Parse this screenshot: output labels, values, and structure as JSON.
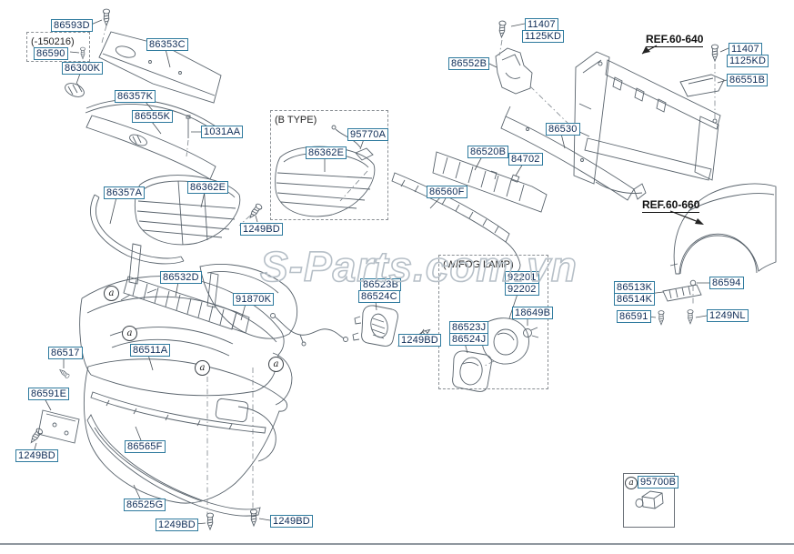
{
  "watermark": "S-Parts.com.vn",
  "marker_letter": "a",
  "notes": {
    "date_range": "(-150216)",
    "b_type": "(B TYPE)",
    "w_fog": "(W/FOG LAMP)"
  },
  "refs": {
    "ref_640": "REF.60-640",
    "ref_660": "REF.60-660"
  },
  "part_labels": [
    "86593D",
    "86590",
    "86353C",
    "86300K",
    "86357K",
    "86555K",
    "1031AA",
    "86357A",
    "86362E",
    "1249BD",
    "86532D",
    "91870K",
    "86517",
    "86511A",
    "86591E",
    "1249BD",
    "86565F",
    "86525G",
    "1249BD",
    "1249BD",
    "95770A",
    "86362E",
    "86552B",
    "11407",
    "1125KD",
    "86530",
    "86520B",
    "84702",
    "86560F",
    "86523B",
    "86524C",
    "1249BD",
    "92201",
    "92202",
    "18649B",
    "86523J",
    "86524J",
    "11407",
    "1125KD",
    "86551B",
    "86594",
    "86513K",
    "86514K",
    "86591",
    "1249NL",
    "95700B"
  ]
}
